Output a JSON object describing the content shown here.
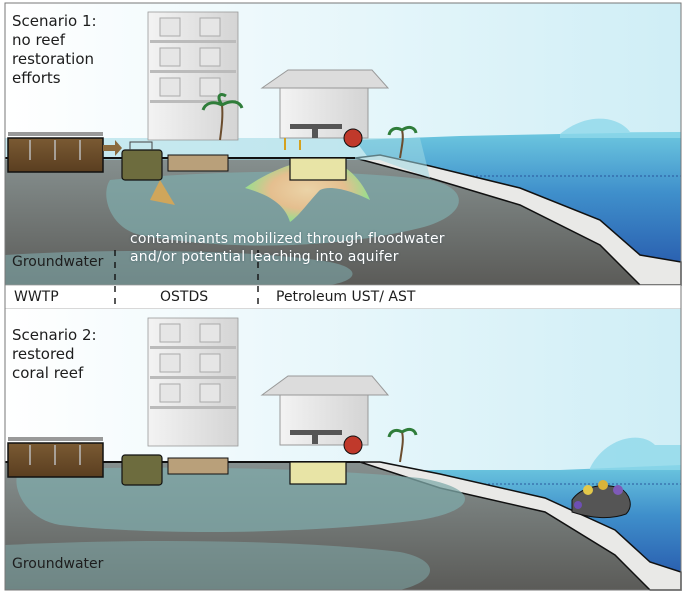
{
  "scenario1": {
    "title_lines": [
      "Scenario 1:",
      "no reef",
      "restoration",
      "efforts"
    ],
    "groundwater_label": "Groundwater",
    "annotation_lines": [
      "contaminants mobilized through floodwater",
      "and/or potential leaching into aquifer"
    ]
  },
  "scenario2": {
    "title_lines": [
      "Scenario 2:",
      "restored",
      "coral reef"
    ],
    "groundwater_label": "Groundwater"
  },
  "facility_labels": {
    "wwtp": "WWTP",
    "ostds": "OSTDS",
    "petroleum": "Petroleum UST/ AST"
  },
  "colors": {
    "sky": "#d9f0f6",
    "sea_surface": "#5fc1dc",
    "deep_sea": "#2f66b8",
    "floodwater": "#9fd8e4",
    "sediment": "#6b6b68",
    "groundwater_plume": "#7fa9aa",
    "beach_sand": "#e9e9e7",
    "contaminant_plume": "#f3c89a",
    "contaminant_green": "#7fe07a"
  }
}
